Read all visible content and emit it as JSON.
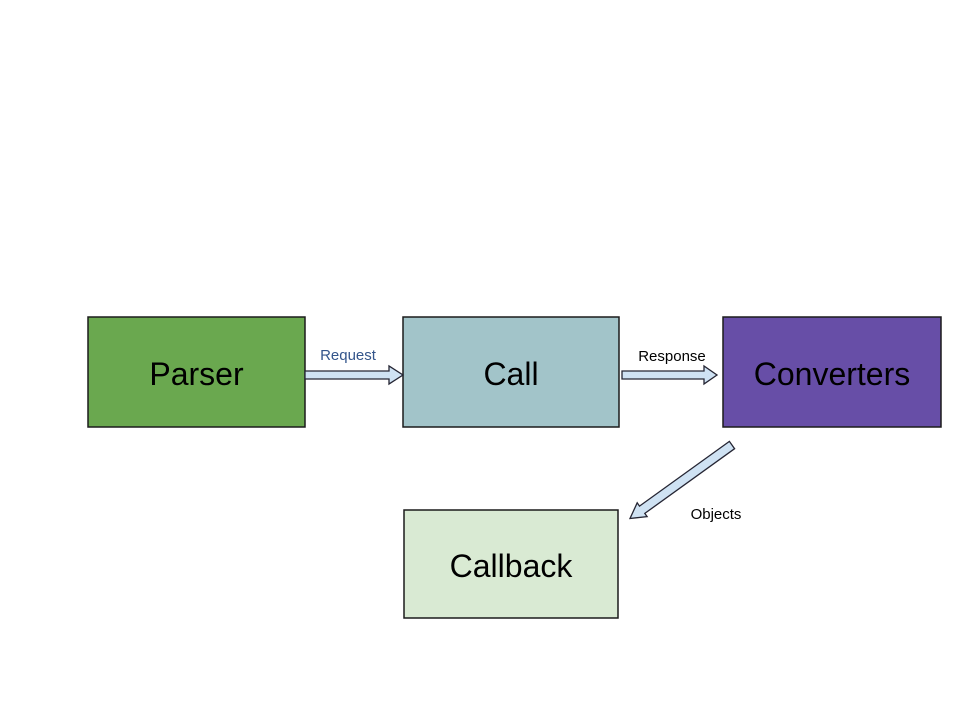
{
  "diagram": {
    "background": "#ffffff",
    "nodes": {
      "parser": {
        "label": "Parser",
        "fill": "#6aa84f",
        "text_color": "#000000"
      },
      "call": {
        "label": "Call",
        "fill": "#a2c4c9",
        "text_color": "#000000"
      },
      "converters": {
        "label": "Converters",
        "fill": "#674ea7",
        "text_color": "#000000"
      },
      "callback": {
        "label": "Callback",
        "fill": "#d9ead3",
        "text_color": "#000000"
      }
    },
    "edges": {
      "request": {
        "label": "Request",
        "label_color": "#34558b"
      },
      "response": {
        "label": "Response",
        "label_color": "#000000"
      },
      "objects": {
        "label": "Objects",
        "label_color": "#000000"
      }
    },
    "arrow_style": {
      "fill": "#cfe2f3",
      "stroke": "#252533"
    }
  }
}
